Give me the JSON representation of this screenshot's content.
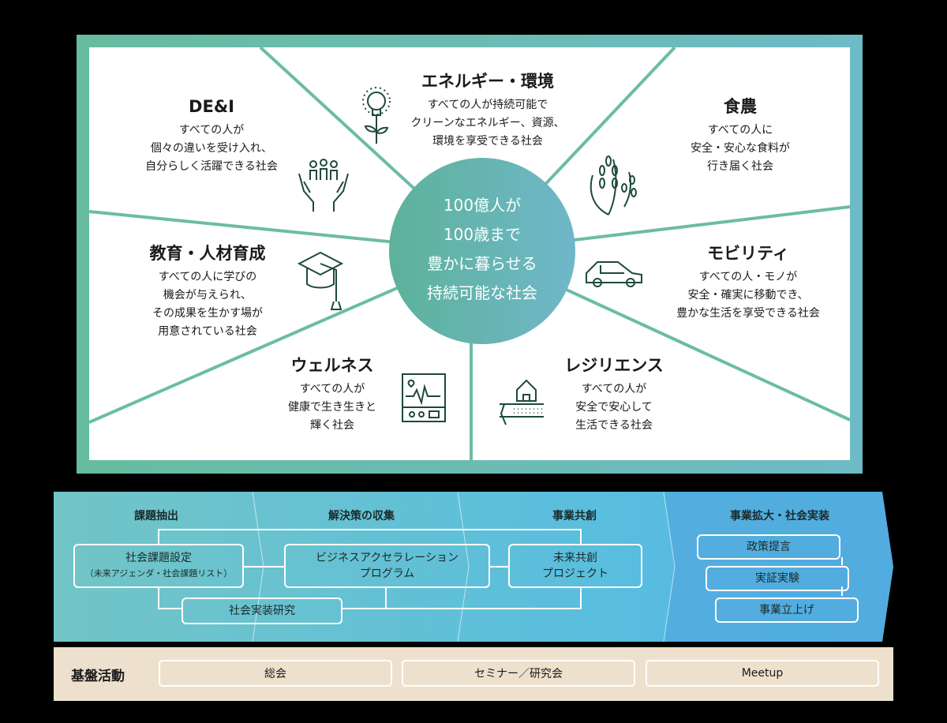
{
  "center": {
    "lines": [
      "100億人が",
      "100歳まで",
      "豊かに暮らせる",
      "持続可能な社会"
    ]
  },
  "segments": [
    {
      "title": "DE&I",
      "lines": [
        "すべての人が",
        "個々の違いを受け入れ、",
        "自分らしく活躍できる社会"
      ],
      "icon": "hands-people-icon"
    },
    {
      "title": "エネルギー・環境",
      "lines": [
        "すべての人が持続可能で",
        "クリーンなエネルギー、資源、",
        "環境を享受できる社会"
      ],
      "icon": "lightbulb-plant-icon"
    },
    {
      "title": "食農",
      "lines": [
        "すべての人に",
        "安全・安心な食料が",
        "行き届く社会"
      ],
      "icon": "wheat-icon"
    },
    {
      "title": "教育・人材育成",
      "lines": [
        "すべての人に学びの",
        "機会が与えられ、",
        "その成果を生かす場が",
        "用意されている社会"
      ],
      "icon": "graduation-cap-icon"
    },
    {
      "title": "モビリティ",
      "lines": [
        "すべての人・モノが",
        "安全・確実に移動でき、",
        "豊かな生活を享受できる社会"
      ],
      "icon": "car-icon"
    },
    {
      "title": "ウェルネス",
      "lines": [
        "すべての人が",
        "健康で生き生きと",
        "輝く社会"
      ],
      "icon": "health-monitor-icon"
    },
    {
      "title": "レジリエンス",
      "lines": [
        "すべての人が",
        "安全で安心して",
        "生活できる社会"
      ],
      "icon": "house-ground-icon"
    }
  ],
  "flow": {
    "phases": [
      "課題抽出",
      "解決策の収集",
      "事業共創",
      "事業拡大・社会実装"
    ],
    "boxes": {
      "issue": "社会課題設定",
      "issue_sub": "（未来アジェンダ・社会課題リスト）",
      "bap1": "ビジネスアクセラレーション",
      "bap2": "プログラム",
      "future1": "未来共創",
      "future2": "プロジェクト",
      "research": "社会実装研究",
      "policy": "政策提言",
      "demo": "実証実験",
      "launch": "事業立上げ"
    }
  },
  "base": {
    "label": "基盤活動",
    "items": [
      "総会",
      "セミナー／研究会",
      "Meetup"
    ]
  },
  "colors": {
    "green": "#66bc9f",
    "blue": "#55b0e0",
    "beige": "#ede1cd"
  }
}
